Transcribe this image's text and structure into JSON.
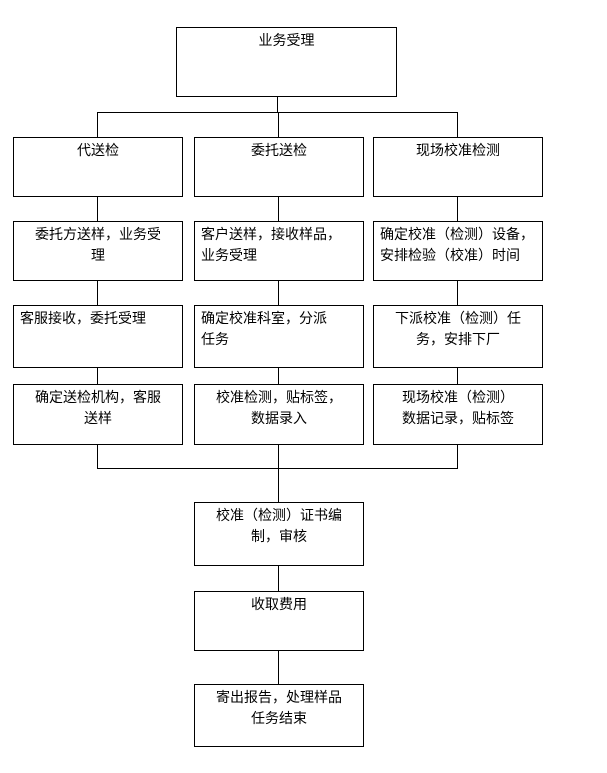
{
  "flowchart": {
    "start": {
      "label": "业务受理"
    },
    "columns": [
      {
        "header": {
          "label": "代送检"
        },
        "steps": [
          {
            "label": "委托方送样，业务受\n理"
          },
          {
            "label": "客服接收，委托受理"
          },
          {
            "label": "确定送检机构，客服\n送样"
          }
        ]
      },
      {
        "header": {
          "label": "委托送检"
        },
        "steps": [
          {
            "label": "客户送样，接收样品，\n业务受理"
          },
          {
            "label": "确定校准科室，分派\n任务"
          },
          {
            "label": "校准检测，贴标签，\n数据录入"
          }
        ]
      },
      {
        "header": {
          "label": "现场校准检测"
        },
        "steps": [
          {
            "label": "确定校准（检测）设备，\n安排检验（校准）时间"
          },
          {
            "label": "下派校准（检测）任\n务，安排下厂"
          },
          {
            "label": "现场校准（检测）\n数据记录，贴标签"
          }
        ]
      }
    ],
    "merge": [
      {
        "label": "校准（检测）证书编\n制，审核"
      },
      {
        "label": "收取费用"
      },
      {
        "label": "寄出报告，处理样品\n任务结束"
      }
    ]
  },
  "colors": {
    "line": "#000000",
    "background": "#ffffff"
  }
}
